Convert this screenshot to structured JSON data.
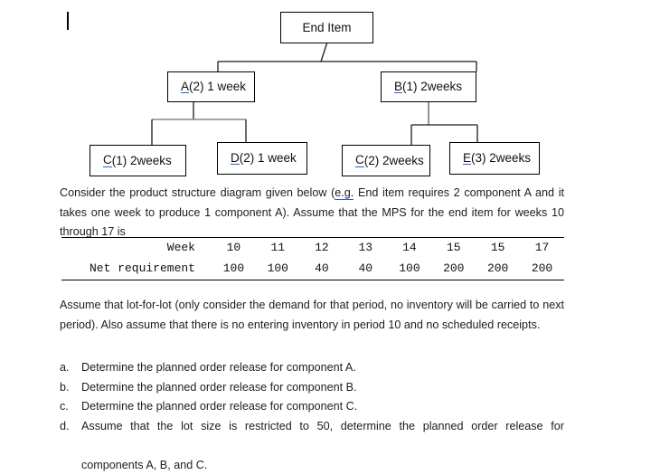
{
  "document": {
    "caret_visible": true,
    "accent_spellcheck_color": "#2b5fc4",
    "text_color": "#1d1d1d"
  },
  "diagram": {
    "title": "product-structure-diagram",
    "nodes": [
      {
        "id": "end",
        "label": "End Item",
        "spell": "",
        "rest": "End Item"
      },
      {
        "id": "a",
        "label": "A(2) 1 week",
        "spell": "A",
        "rest": "(2) 1 week"
      },
      {
        "id": "b",
        "label": "B(1) 2weeks",
        "spell": "B",
        "rest": "(1) 2weeks"
      },
      {
        "id": "c1",
        "label": "C(1) 2weeks",
        "spell": "C",
        "rest": "(1) 2weeks"
      },
      {
        "id": "d2",
        "label": "D(2) 1 week",
        "spell": "D",
        "rest": "(2) 1 week"
      },
      {
        "id": "c2",
        "label": "C(2) 2weeks",
        "spell": "C",
        "rest": "(2) 2weeks"
      },
      {
        "id": "e3",
        "label": "E(3) 2weeks",
        "spell": "E",
        "rest": "(3) 2weeks"
      }
    ]
  },
  "paragraph_1": {
    "before_spell": "Consider the product structure diagram given below (",
    "spell": "e.g.",
    "after_spell": " End item requires 2 component A and it takes one week to produce 1 component A). Assume that the MPS for the end item for weeks 10 through 17 is"
  },
  "table": {
    "row_labels": [
      "Week",
      "Net requirement"
    ],
    "weeks": [
      "10",
      "11",
      "12",
      "13",
      "14",
      "15",
      "15",
      "17"
    ],
    "net_requirement": [
      "100",
      "100",
      "40",
      "40",
      "100",
      "200",
      "200",
      "200"
    ]
  },
  "paragraph_2": {
    "text": "Assume that lot-for-lot (only consider the demand for that period, no inventory will be carried to next period). Also assume that there is no entering inventory in period 10 and no scheduled receipts."
  },
  "questions": [
    {
      "marker": "a.",
      "text": "Determine the planned order release for component A.",
      "cont": ""
    },
    {
      "marker": "b.",
      "text": "Determine the planned order release for component B.",
      "cont": ""
    },
    {
      "marker": "c.",
      "text": "Determine the planned order release for component C.",
      "cont": ""
    },
    {
      "marker": "d.",
      "text": "Assume that the lot size is restricted to 50, determine the planned order release for",
      "cont": "components A, B, and C."
    }
  ]
}
